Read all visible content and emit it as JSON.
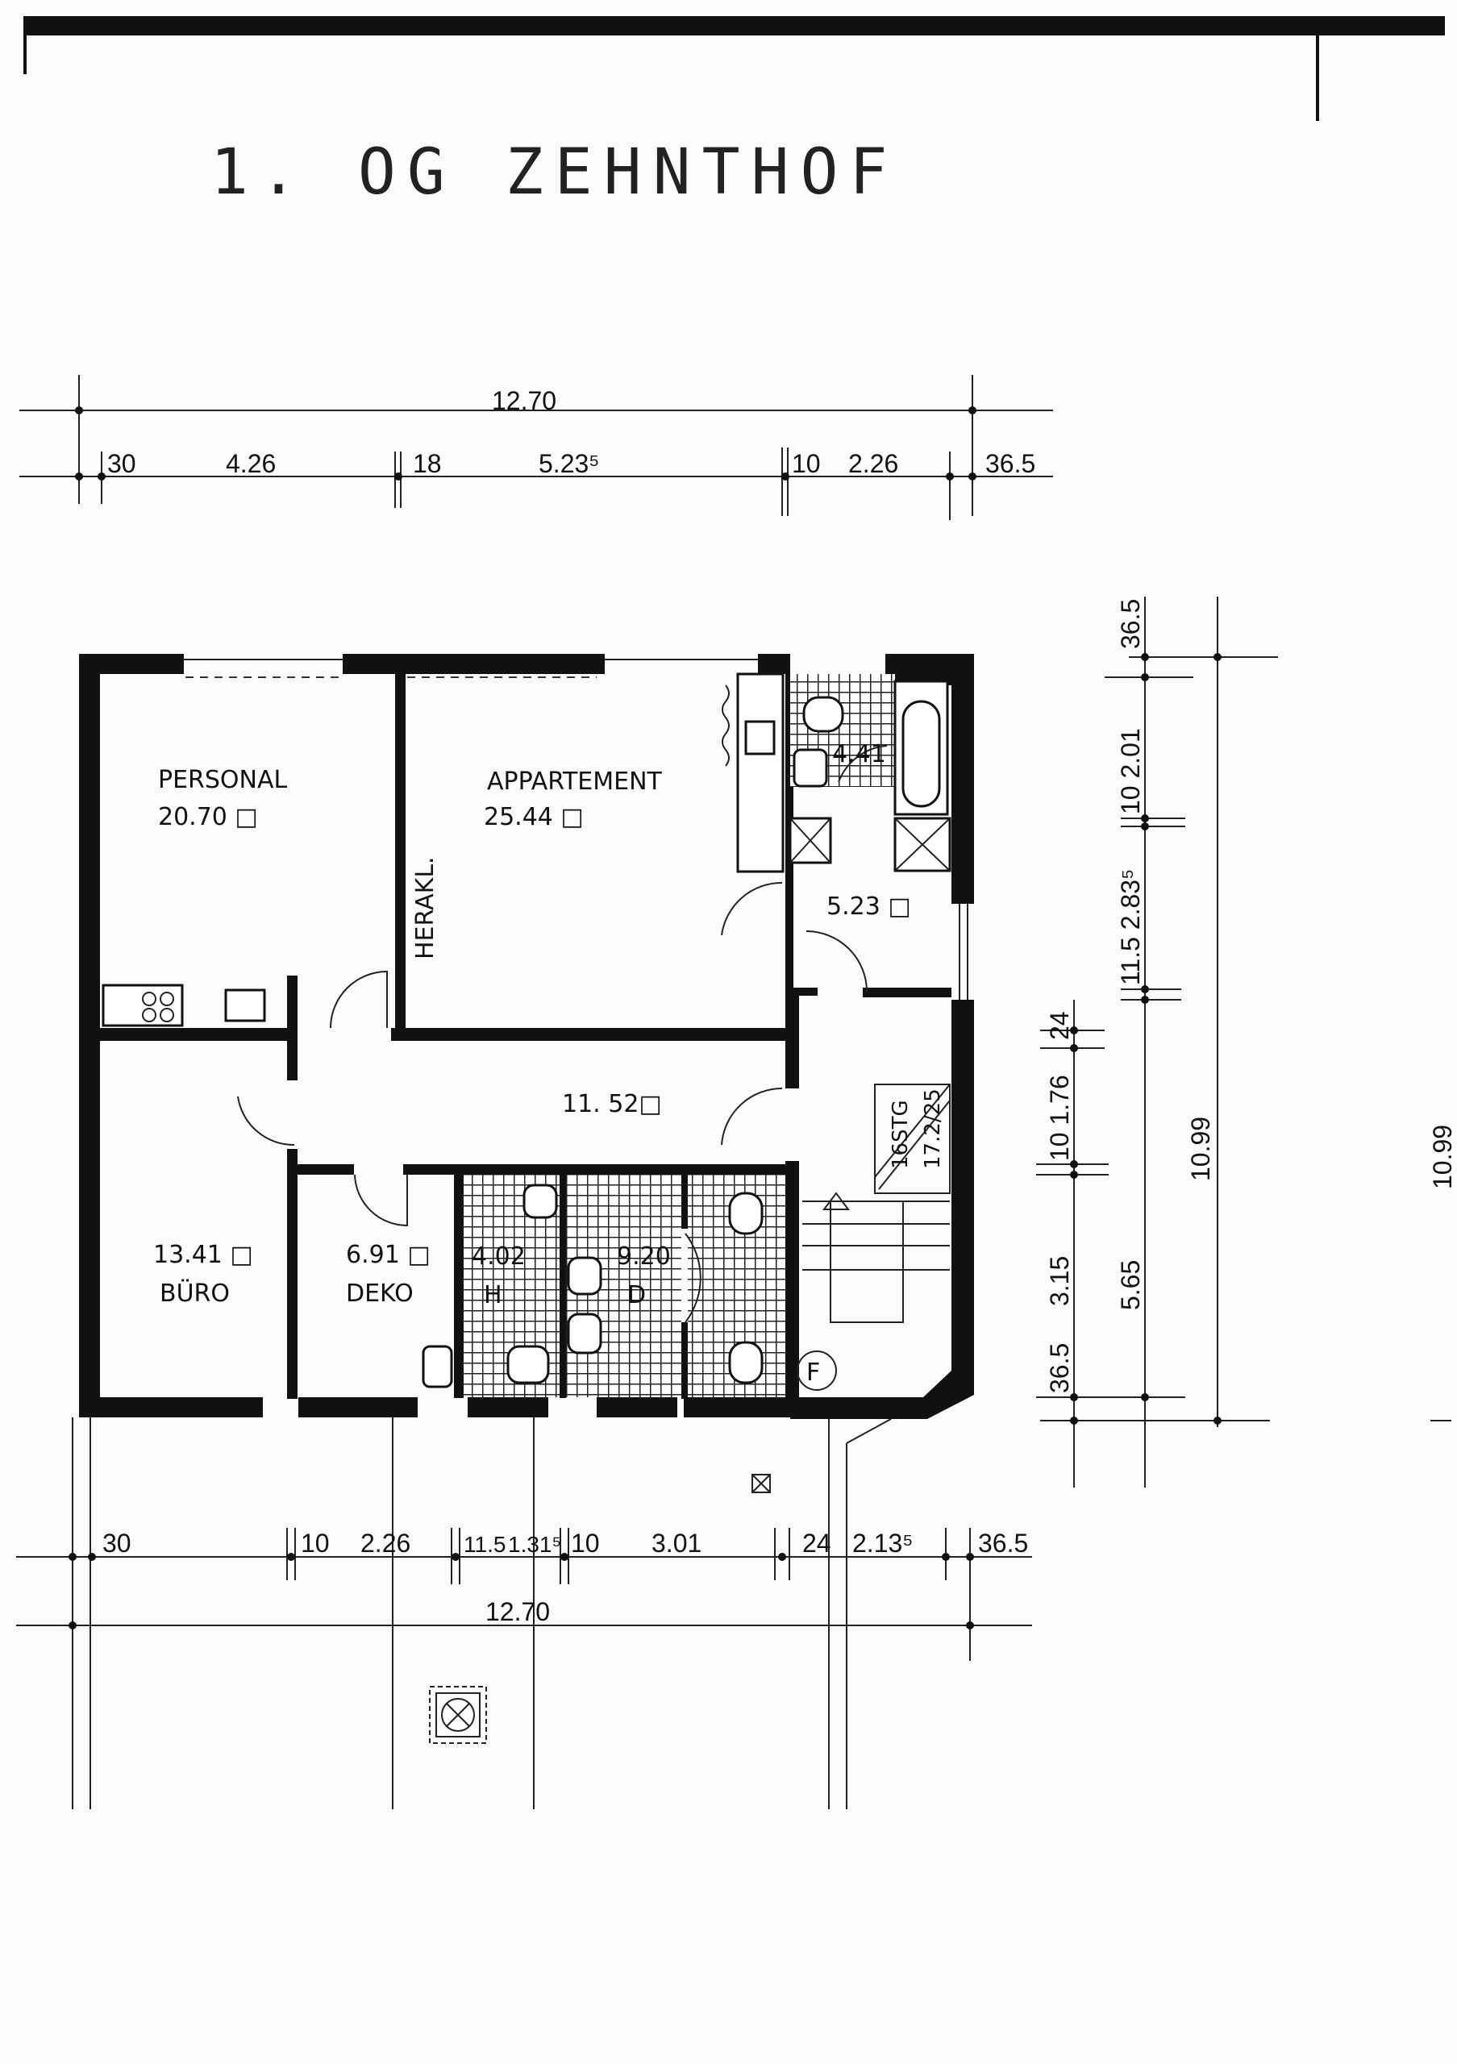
{
  "title": "1. OG ZEHNTHOF",
  "top_dimensions": {
    "overall": "12.70",
    "segments": [
      "30",
      "4.26",
      "18",
      "5.23⁵",
      "10",
      "2.26",
      "36.5"
    ]
  },
  "bottom_dimensions": {
    "overall": "12.70",
    "segments": [
      "30",
      "10",
      "2.26",
      "11.5",
      "1.31⁵",
      "10",
      "3.01",
      "24",
      "2.13⁵",
      "36.5"
    ]
  },
  "right_dimensions": {
    "inner": [
      "24",
      "10 1.76",
      "3.15",
      "36.5"
    ],
    "middle": [
      "36.5",
      "10  2.01",
      "11.5  2.83⁵",
      "5.65"
    ],
    "overall": "10.99",
    "cropped": "10.99"
  },
  "rooms": {
    "personal": {
      "name": "PERSONAL",
      "area": "20.70 □"
    },
    "appartement": {
      "name": "APPARTEMENT",
      "area": "25.44 □"
    },
    "heizkoerper": {
      "name": "HERAKL."
    },
    "bath": {
      "area": "4.41"
    },
    "entry": {
      "area": "5.23 □"
    },
    "corridor": {
      "area": "11. 52□"
    },
    "buero": {
      "name": "BÜRO",
      "area": "13.41 □"
    },
    "deko": {
      "name": "DEKO",
      "area": "6.91 □"
    },
    "wc_h": {
      "name": "H",
      "area": "4.02"
    },
    "wc_d": {
      "name": "D",
      "area": "9.20"
    },
    "stairs": {
      "steps": "16STG",
      "rise": "17.2/25",
      "marker": "F"
    }
  }
}
